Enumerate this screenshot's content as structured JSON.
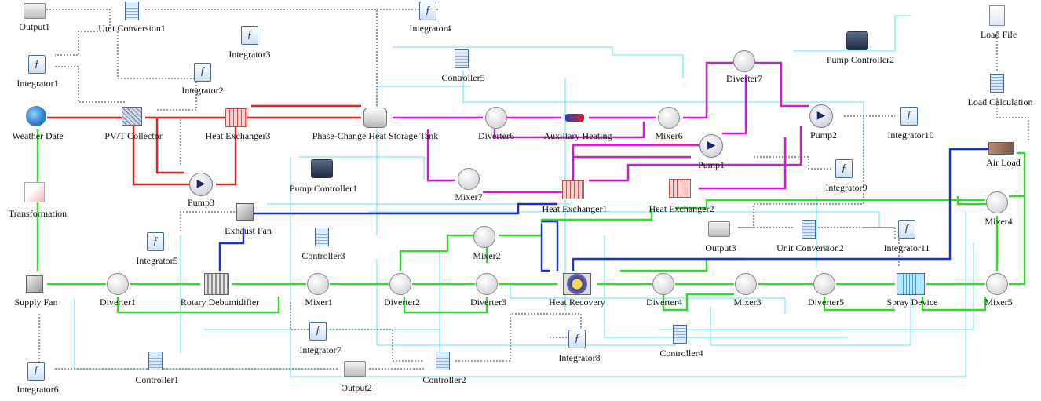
{
  "components": {
    "output1": "Output1",
    "unit_conversion1": "Unit Conversion1",
    "integrator4": "Integrator4",
    "integrator3": "Integrator3",
    "integrator1": "Integrator1",
    "controller5": "Controller5",
    "integrator2": "Integrator2",
    "weather_date": "Weather Date",
    "pvt_collector": "PV/T Collector",
    "heat_exchanger3": "Heat Exchanger3",
    "phase_change_tank": "Phase-Change Heat Storage Tank",
    "diverter6": "Diverter6",
    "auxiliary_heating": "Auxiliary Heating",
    "mixer6": "Mixer6",
    "diverter7": "Diverter7",
    "pump_controller2": "Pump Controller2",
    "pump2": "Pump2",
    "integrator10": "Integrator10",
    "load_file": "Load File",
    "load_calculation": "Load Calculation",
    "air_load": "Air Load",
    "transformation": "Transformation",
    "pump3": "Pump3",
    "pump_controller1": "Pump Controller1",
    "mixer7": "Mixer7",
    "heat_exchanger1": "Heat Exchanger1",
    "heat_exchanger2": "Heat Exchanger2",
    "pump1": "Pump1",
    "integrator9": "Integrator9",
    "mixer4": "Mixer4",
    "exhaust_fan": "Exhaust Fan",
    "integrator5": "Integrator5",
    "controller3": "Controller3",
    "mixer2": "Mixer2",
    "output3": "Output3",
    "unit_conversion2": "Unit Conversion2",
    "integrator11": "Integrator11",
    "supply_fan": "Supply Fan",
    "diverter1": "Diverter1",
    "rotary_dehumidifier": "Rotary Debumidifier",
    "mixer1": "Mixer1",
    "diverter2": "Diverter2",
    "diverter3": "Diverter3",
    "heat_recovery": "Heat Recovery",
    "diverter4": "Diverter4",
    "mixer3": "Mixer3",
    "diverter5": "Diverter5",
    "spray_device": "Spray Device",
    "mixer5": "Mixer5",
    "integrator7": "Integrator7",
    "integrator8": "Integrator8",
    "controller4": "Controller4",
    "integrator6": "Integrator6",
    "controller1": "Controller1",
    "output2": "Output2",
    "controller2": "Controller2"
  },
  "icons": {
    "integrator": "integral-icon",
    "controller": "document-icon",
    "diverter": "diverter-icon",
    "mixer": "mixer-icon",
    "pump": "pump-icon",
    "heat_exchanger": "heat-exchanger-icon",
    "output": "printer-icon",
    "weather": "globe-icon"
  },
  "colors": {
    "solar_loop": "#d7261e",
    "heat_storage_loop": "#d818d0",
    "air_loop": "#34d92a",
    "cold_loop": "#1c2fd0",
    "control_signal": "#66e3ee",
    "output_signal": "#333333"
  }
}
